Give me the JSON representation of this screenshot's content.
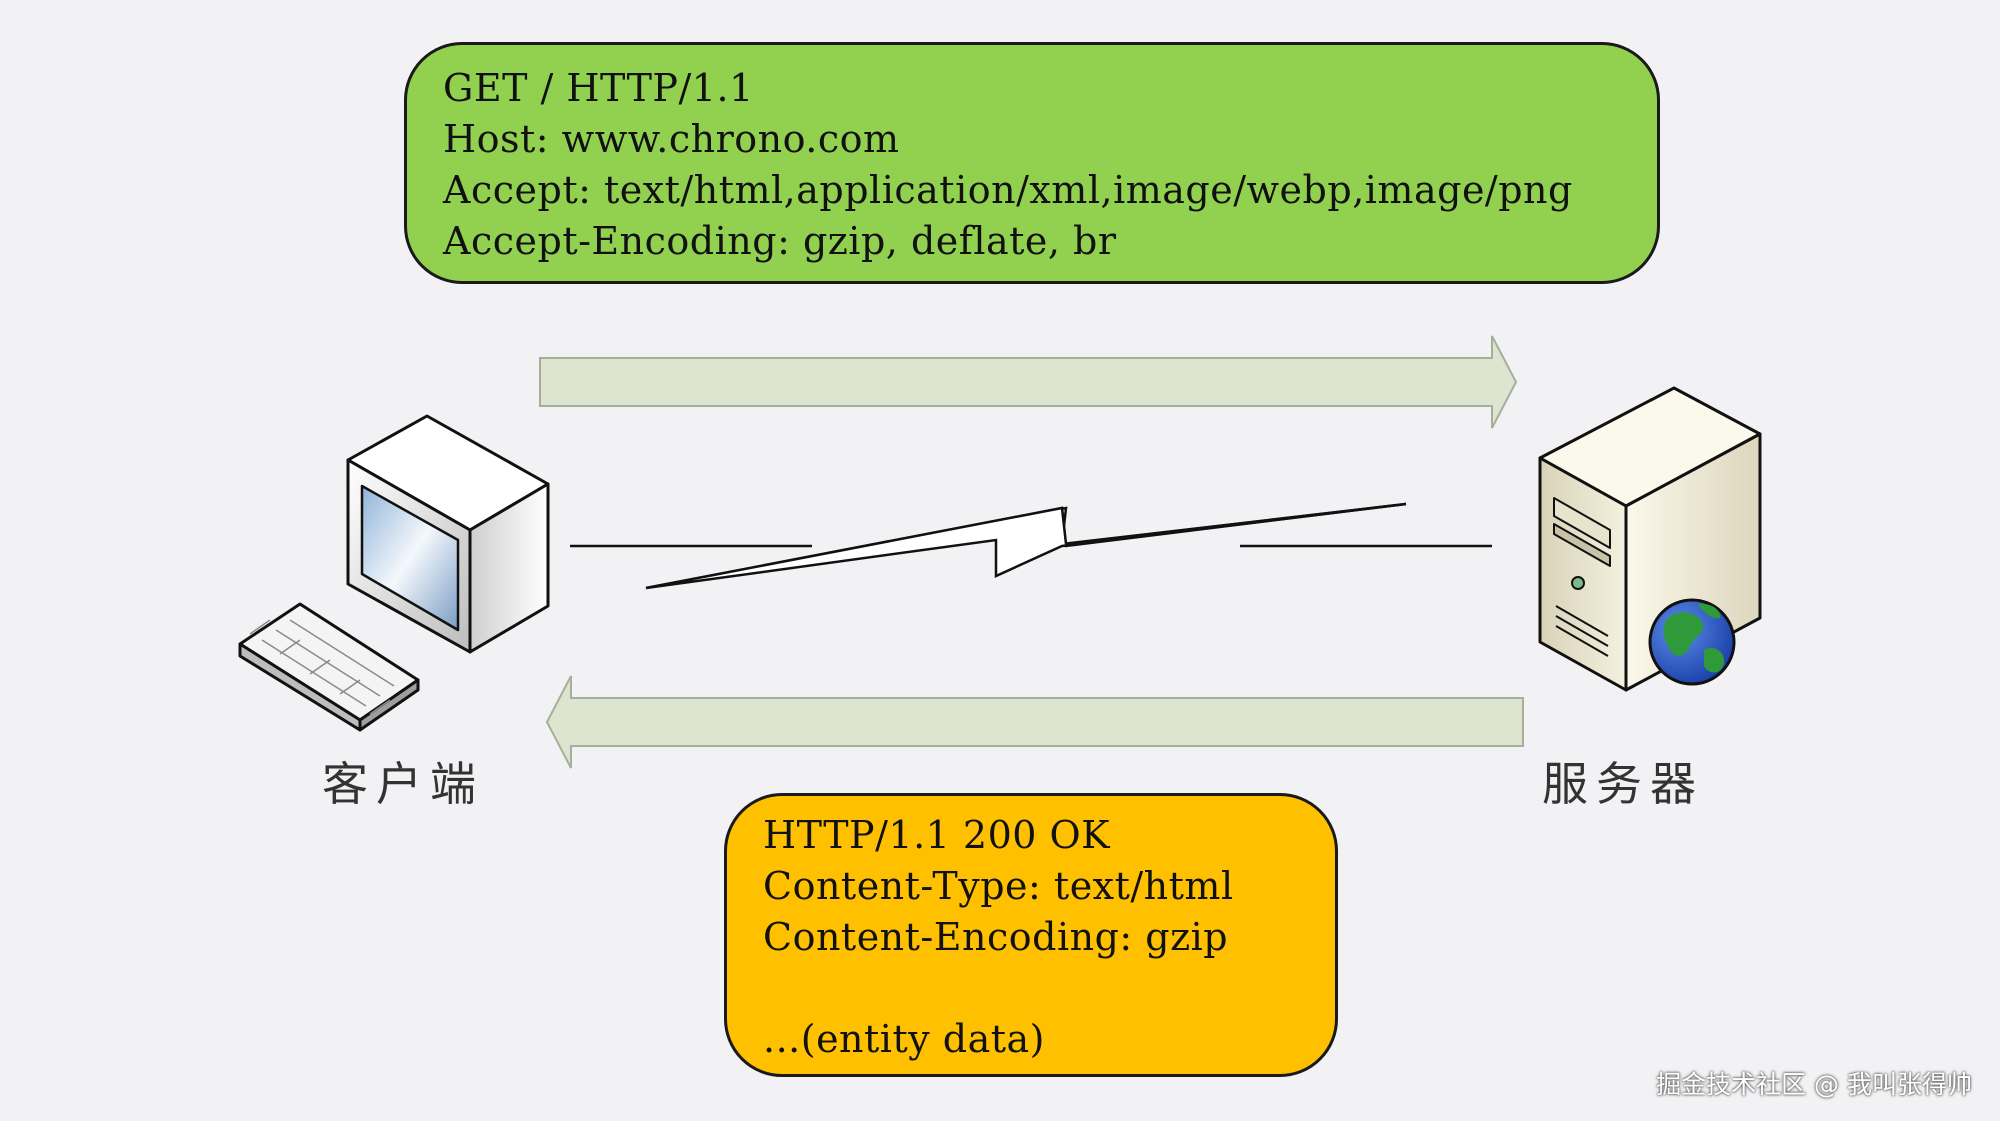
{
  "request": {
    "lines": [
      "GET / HTTP/1.1",
      "Host: www.chrono.com",
      "Accept: text/html,application/xml,image/webp,image/png",
      "Accept-Encoding: gzip, deflate, br"
    ]
  },
  "response": {
    "lines": [
      "HTTP/1.1 200 OK",
      "Content-Type: text/html",
      "Content-Encoding: gzip",
      "",
      "...(entity data)"
    ]
  },
  "client": {
    "label": "客户端",
    "icon": "desktop-computer-icon"
  },
  "server": {
    "label": "服务器",
    "icon": "web-server-icon"
  },
  "watermark": "掘金技术社区 @ 我叫张得帅",
  "colors": {
    "background": "#f2f2f4",
    "request_box": "#92d050",
    "response_box": "#ffc000",
    "arrow_fill": "#dde5d0"
  }
}
